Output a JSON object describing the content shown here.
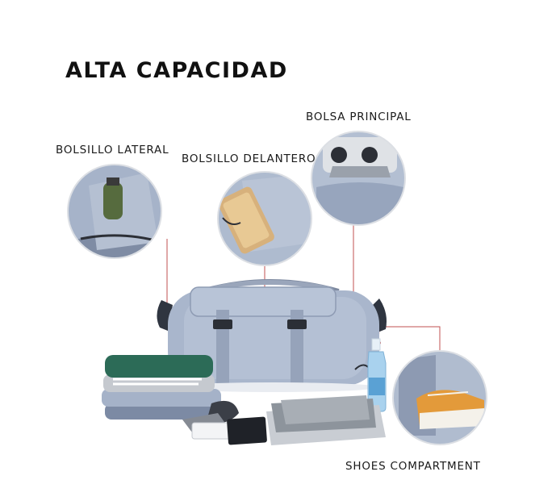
{
  "title": "ALTA CAPACIDAD",
  "callouts": {
    "lateral": "BOLSILLO LATERAL",
    "delantero": "BOLSILLO DELANTERO",
    "principal": "BOLSA PRINCIPAL",
    "shoes": "SHOES COMPARTMENT"
  },
  "colors": {
    "bag": "#a9b6cc",
    "bag_dark": "#8796b0",
    "leader_line": "#c0392b",
    "text": "#1a1a1a"
  }
}
